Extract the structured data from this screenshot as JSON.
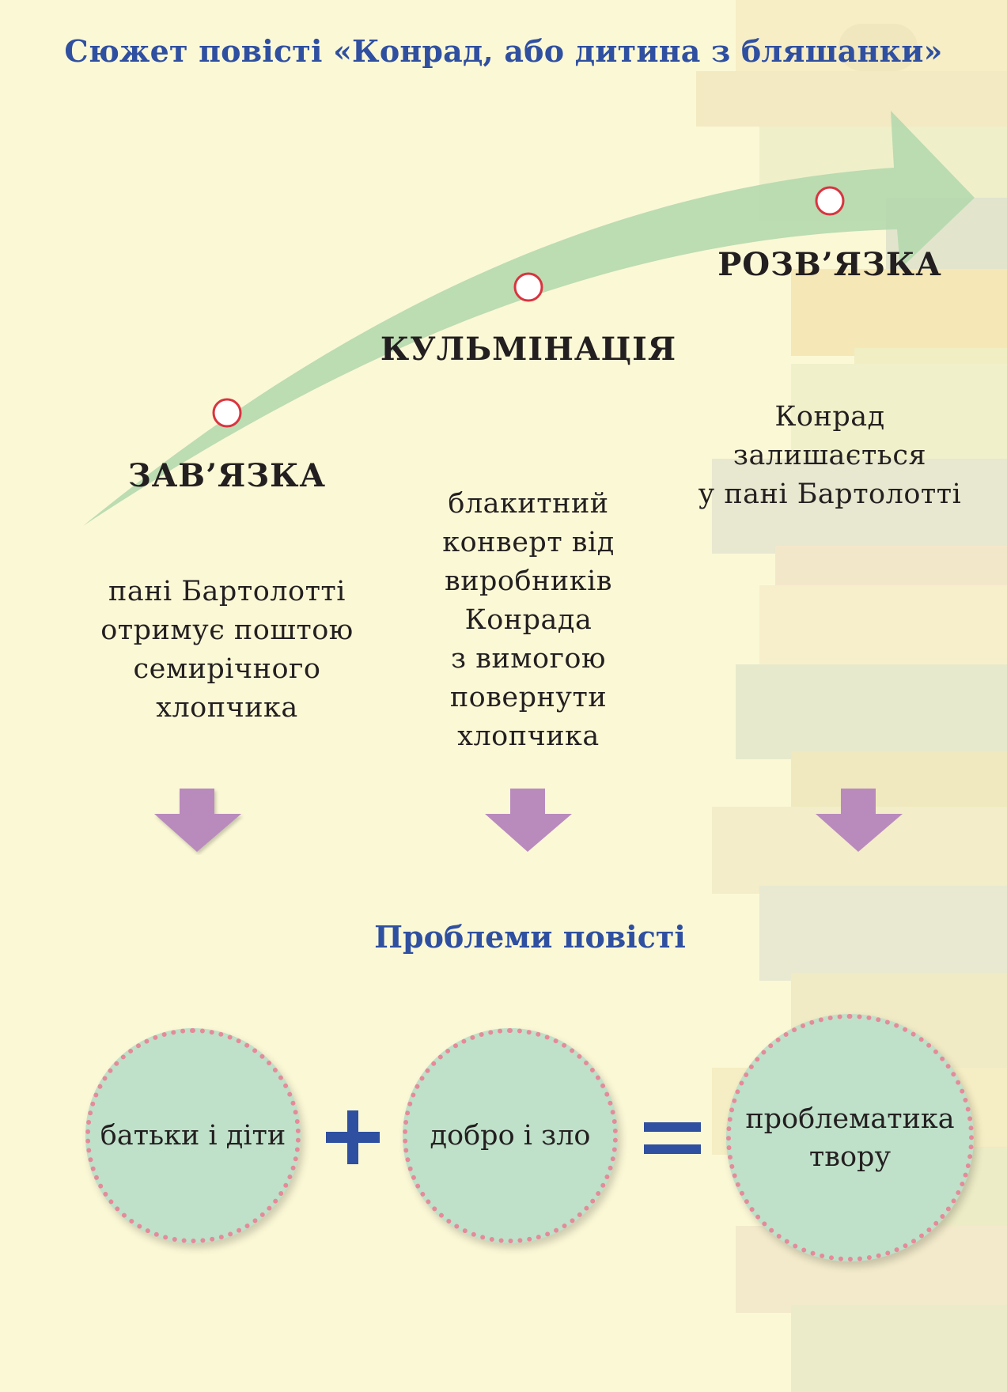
{
  "title": "Сюжет повісті «Конрад, або дитина з бляшанки»",
  "plot": {
    "stages": [
      {
        "label": "ЗАВ’ЯЗКА",
        "text_lines": [
          "пані Бартолотті",
          "отримує поштою",
          "семирічного",
          "хлопчика"
        ]
      },
      {
        "label": "КУЛЬМІНАЦІЯ",
        "text_lines": [
          "блакитний",
          "конверт від",
          "виробників",
          "Конрада",
          "з вимогою",
          "повернути",
          "хлопчика"
        ]
      },
      {
        "label": "РОЗВ’ЯЗКА",
        "text_lines": [
          "Конрад",
          "залишається",
          "у пані Бартолотті"
        ]
      }
    ]
  },
  "problems": {
    "title": "Проблеми повісті",
    "items": [
      {
        "lines": [
          "батьки і діти"
        ]
      },
      {
        "lines": [
          "добро і зло"
        ]
      },
      {
        "lines": [
          "проблематика",
          "твору"
        ]
      }
    ],
    "operators": {
      "plus": "+",
      "equals": "="
    }
  },
  "colors": {
    "background": "#fbf8d6",
    "title_blue": "#2f4fa0",
    "arrow_green": "#b5d8ae",
    "down_arrow_purple": "#b98bbd",
    "circle_fill": "#bfe0c9",
    "circle_dots": "#e58a98",
    "marker_stroke": "#d9343f"
  }
}
